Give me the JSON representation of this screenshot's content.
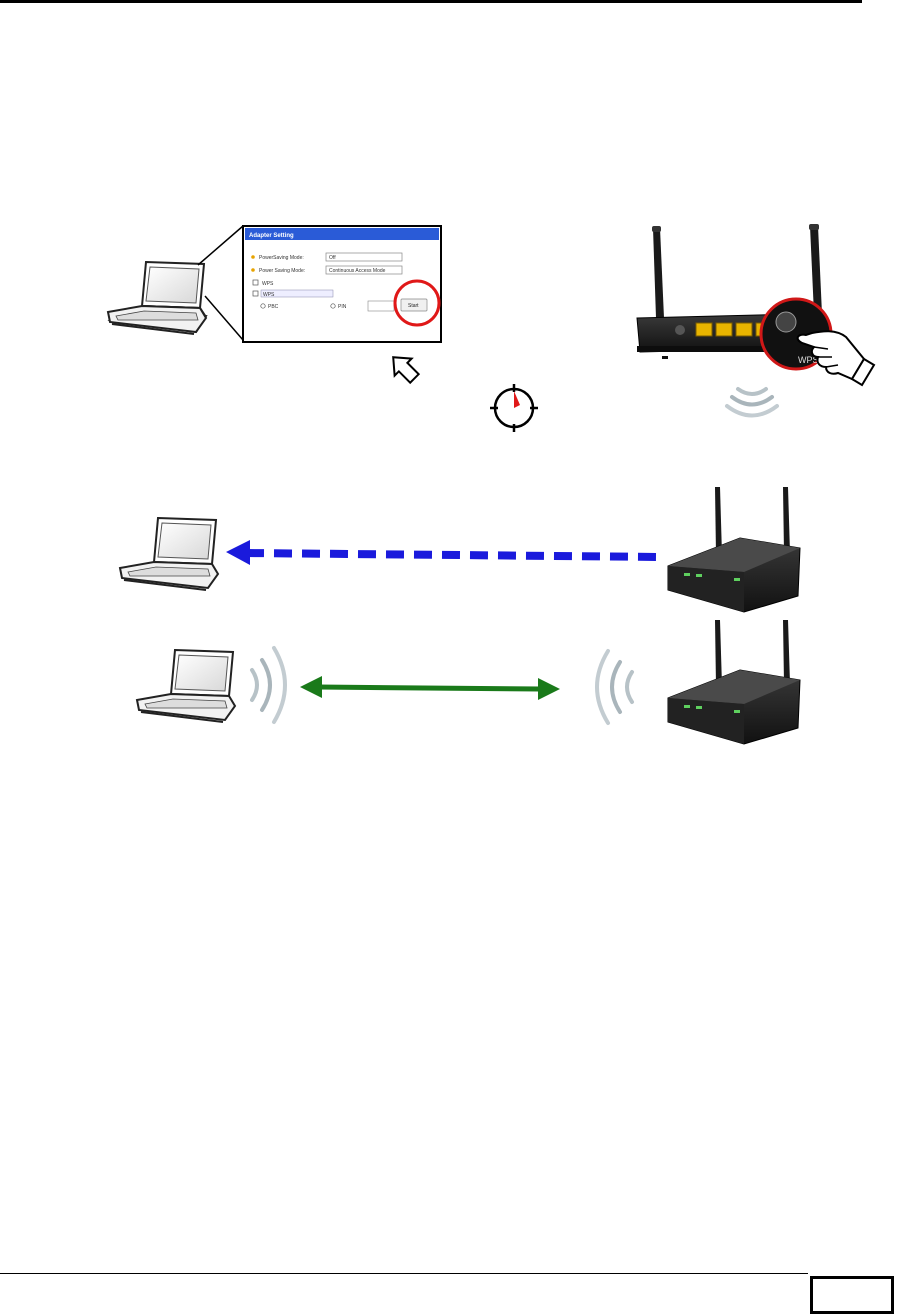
{
  "header": {
    "rule": "top"
  },
  "dialog": {
    "title": "Adapter Setting",
    "rows": [
      {
        "label": "PowerSaving Mode:",
        "value": "Off"
      },
      {
        "label": "Power Saving Mode:",
        "value": "Continuous Access Mode"
      }
    ],
    "checkbox_wifi": "WPS",
    "checkbox_protect": "WPS",
    "radio_pbc": "PBC",
    "radio_pin": "PIN",
    "button": "Start"
  },
  "router_top": {
    "wps_label": "WPS"
  },
  "colors": {
    "dashed_arrow": "#1a1adc",
    "solid_arrow": "#1a7a1a",
    "highlight_circle": "#e01818",
    "dialog_titlebar": "#2a5bd7"
  },
  "icons": {
    "laptop": "laptop-icon",
    "router": "router-icon",
    "timer": "timer-icon",
    "hand": "hand-pointer-icon",
    "wave": "wireless-wave-icon"
  }
}
